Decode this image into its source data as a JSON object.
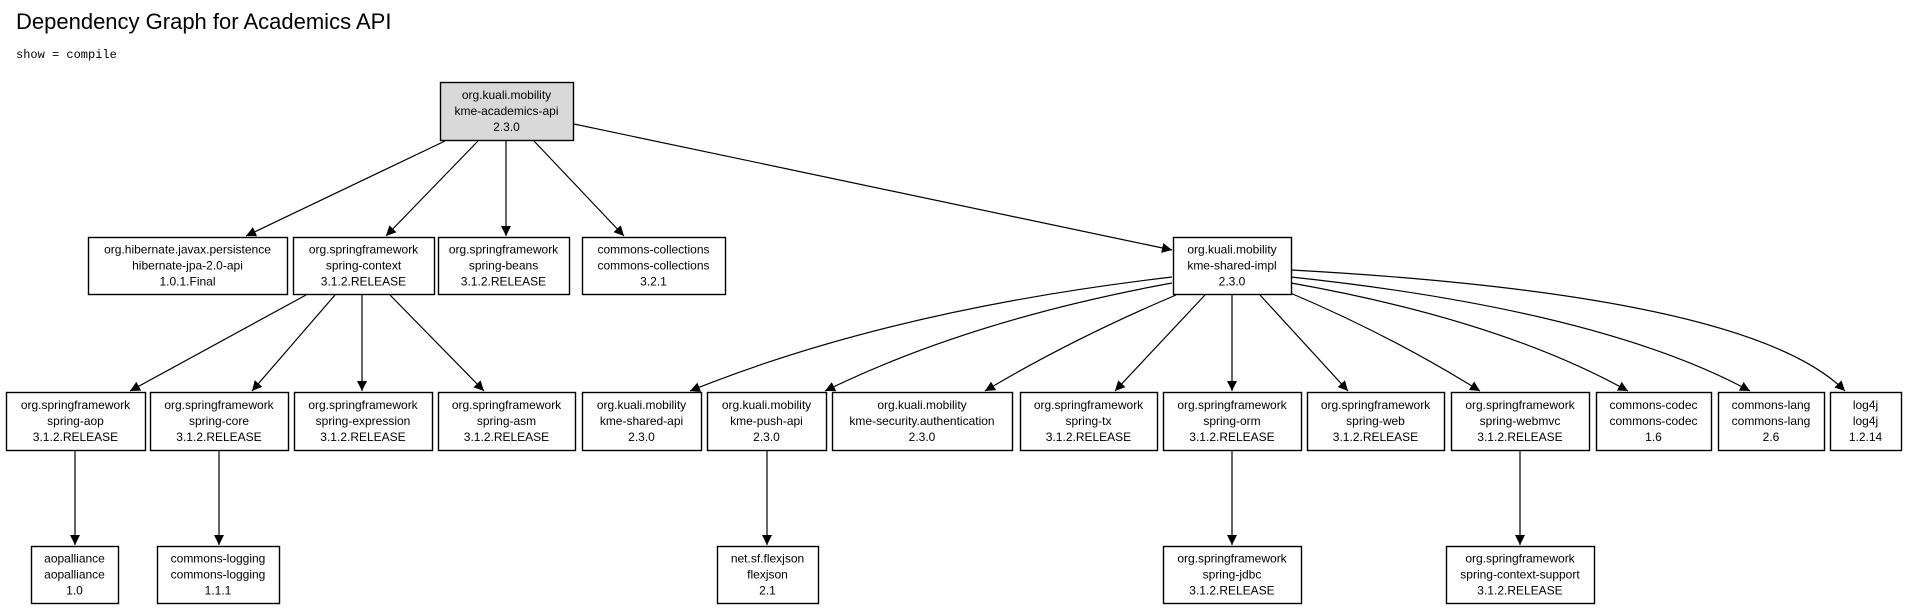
{
  "header": {
    "title": "Dependency Graph for Academics API",
    "subtitle": "show = compile"
  },
  "colors": {
    "root_fill": "#d9d9d9",
    "node_fill": "#ffffff",
    "stroke": "#000000"
  },
  "graph": {
    "nodes": [
      {
        "id": "root",
        "lines": [
          "org.kuali.mobility",
          "kme-academics-api",
          "2.3.0"
        ],
        "root": true
      },
      {
        "id": "hibernate-jpa",
        "lines": [
          "org.hibernate.javax.persistence",
          "hibernate-jpa-2.0-api",
          "1.0.1.Final"
        ]
      },
      {
        "id": "spring-context",
        "lines": [
          "org.springframework",
          "spring-context",
          "3.1.2.RELEASE"
        ]
      },
      {
        "id": "spring-beans",
        "lines": [
          "org.springframework",
          "spring-beans",
          "3.1.2.RELEASE"
        ]
      },
      {
        "id": "commons-collections",
        "lines": [
          "commons-collections",
          "commons-collections",
          "3.2.1"
        ]
      },
      {
        "id": "kme-shared-impl",
        "lines": [
          "org.kuali.mobility",
          "kme-shared-impl",
          "2.3.0"
        ]
      },
      {
        "id": "spring-aop",
        "lines": [
          "org.springframework",
          "spring-aop",
          "3.1.2.RELEASE"
        ]
      },
      {
        "id": "spring-core",
        "lines": [
          "org.springframework",
          "spring-core",
          "3.1.2.RELEASE"
        ]
      },
      {
        "id": "spring-expression",
        "lines": [
          "org.springframework",
          "spring-expression",
          "3.1.2.RELEASE"
        ]
      },
      {
        "id": "spring-asm",
        "lines": [
          "org.springframework",
          "spring-asm",
          "3.1.2.RELEASE"
        ]
      },
      {
        "id": "kme-shared-api",
        "lines": [
          "org.kuali.mobility",
          "kme-shared-api",
          "2.3.0"
        ]
      },
      {
        "id": "kme-push-api",
        "lines": [
          "org.kuali.mobility",
          "kme-push-api",
          "2.3.0"
        ]
      },
      {
        "id": "kme-security",
        "lines": [
          "org.kuali.mobility",
          "kme-security.authentication",
          "2.3.0"
        ]
      },
      {
        "id": "spring-tx",
        "lines": [
          "org.springframework",
          "spring-tx",
          "3.1.2.RELEASE"
        ]
      },
      {
        "id": "spring-orm",
        "lines": [
          "org.springframework",
          "spring-orm",
          "3.1.2.RELEASE"
        ]
      },
      {
        "id": "spring-web",
        "lines": [
          "org.springframework",
          "spring-web",
          "3.1.2.RELEASE"
        ]
      },
      {
        "id": "spring-webmvc",
        "lines": [
          "org.springframework",
          "spring-webmvc",
          "3.1.2.RELEASE"
        ]
      },
      {
        "id": "commons-codec",
        "lines": [
          "commons-codec",
          "commons-codec",
          "1.6"
        ]
      },
      {
        "id": "commons-lang",
        "lines": [
          "commons-lang",
          "commons-lang",
          "2.6"
        ]
      },
      {
        "id": "log4j",
        "lines": [
          "log4j",
          "log4j",
          "1.2.14"
        ]
      },
      {
        "id": "aopalliance",
        "lines": [
          "aopalliance",
          "aopalliance",
          "1.0"
        ]
      },
      {
        "id": "commons-logging",
        "lines": [
          "commons-logging",
          "commons-logging",
          "1.1.1"
        ]
      },
      {
        "id": "flexjson",
        "lines": [
          "net.sf.flexjson",
          "flexjson",
          "2.1"
        ]
      },
      {
        "id": "spring-jdbc",
        "lines": [
          "org.springframework",
          "spring-jdbc",
          "3.1.2.RELEASE"
        ]
      },
      {
        "id": "spring-context-support",
        "lines": [
          "org.springframework",
          "spring-context-support",
          "3.1.2.RELEASE"
        ]
      }
    ],
    "edges": [
      {
        "from": "root",
        "to": "hibernate-jpa"
      },
      {
        "from": "root",
        "to": "spring-context"
      },
      {
        "from": "root",
        "to": "spring-beans"
      },
      {
        "from": "root",
        "to": "commons-collections"
      },
      {
        "from": "root",
        "to": "kme-shared-impl"
      },
      {
        "from": "spring-context",
        "to": "spring-aop"
      },
      {
        "from": "spring-context",
        "to": "spring-core"
      },
      {
        "from": "spring-context",
        "to": "spring-expression"
      },
      {
        "from": "spring-context",
        "to": "spring-asm"
      },
      {
        "from": "kme-shared-impl",
        "to": "kme-shared-api"
      },
      {
        "from": "kme-shared-impl",
        "to": "kme-push-api"
      },
      {
        "from": "kme-shared-impl",
        "to": "kme-security"
      },
      {
        "from": "kme-shared-impl",
        "to": "spring-tx"
      },
      {
        "from": "kme-shared-impl",
        "to": "spring-orm"
      },
      {
        "from": "kme-shared-impl",
        "to": "spring-web"
      },
      {
        "from": "kme-shared-impl",
        "to": "spring-webmvc"
      },
      {
        "from": "kme-shared-impl",
        "to": "commons-codec"
      },
      {
        "from": "kme-shared-impl",
        "to": "commons-lang"
      },
      {
        "from": "kme-shared-impl",
        "to": "log4j"
      },
      {
        "from": "spring-aop",
        "to": "aopalliance"
      },
      {
        "from": "spring-core",
        "to": "commons-logging"
      },
      {
        "from": "kme-push-api",
        "to": "flexjson"
      },
      {
        "from": "spring-orm",
        "to": "spring-jdbc"
      },
      {
        "from": "spring-webmvc",
        "to": "spring-context-support"
      }
    ]
  }
}
